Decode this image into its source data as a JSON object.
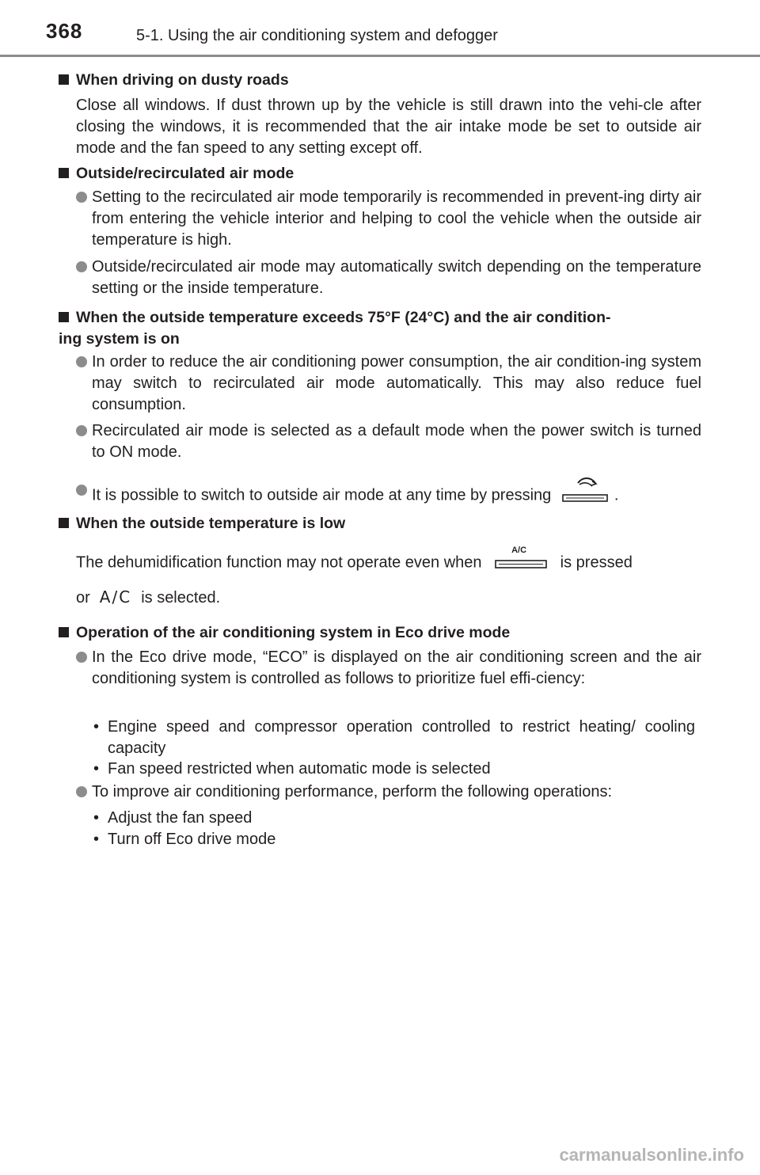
{
  "header": {
    "page_number": "368",
    "section_title": "5-1. Using the air conditioning system and defogger"
  },
  "sections": {
    "dusty": {
      "heading": "When driving on dusty roads",
      "body": "Close all windows. If dust thrown up by the vehicle is still drawn into the vehi-cle after closing the windows, it is recommended that the air intake mode be set to outside air mode and the fan speed to any setting except off."
    },
    "recirc": {
      "heading": "Outside/recirculated air mode",
      "bullets": [
        "Setting to the recirculated air mode temporarily is recommended in prevent-ing dirty air from entering the vehicle interior and helping to cool the vehicle when the outside air temperature is high.",
        "Outside/recirculated air mode may automatically switch depending on the temperature setting or the inside temperature."
      ]
    },
    "hot": {
      "heading_line1": "When the outside temperature exceeds 75°F (24°C) and the air condition-",
      "heading_line2": "ing system is on",
      "bullets": [
        "In order to reduce the air conditioning power consumption, the air condition-ing system may switch to recirculated air mode automatically. This may also reduce fuel consumption.",
        "Recirculated air mode is selected as a default mode when the power switch is turned to ON mode."
      ],
      "bullet3_before": "It is possible to switch to outside air mode at any time by pressing",
      "bullet3_after": "."
    },
    "low": {
      "heading": "When the outside temperature is low",
      "line1_before": "The dehumidification function may not operate even when",
      "line1_after": "is pressed",
      "ac_button_label": "A/C",
      "line2_before": "or",
      "line2_glyph": "A/C",
      "line2_after": "is selected."
    },
    "eco": {
      "heading": "Operation of the air conditioning system in Eco drive mode",
      "bullet1": "In the Eco drive mode, “ECO” is displayed on the air conditioning screen and the air conditioning system is controlled as follows to prioritize fuel effi-ciency:",
      "sub1": [
        "Engine speed and compressor operation controlled to restrict heating/ cooling capacity",
        "Fan speed restricted when automatic mode is selected"
      ],
      "bullet2": "To improve air conditioning performance, perform the following operations:",
      "sub2": [
        "Adjust the fan speed",
        "Turn off Eco drive mode"
      ]
    }
  },
  "footer": {
    "watermark": "carmanualsonline.info"
  },
  "colors": {
    "text": "#231f20",
    "rule": "#8c8c8c",
    "bullet": "#8c8c8c",
    "watermark": "#b5b5b5"
  }
}
